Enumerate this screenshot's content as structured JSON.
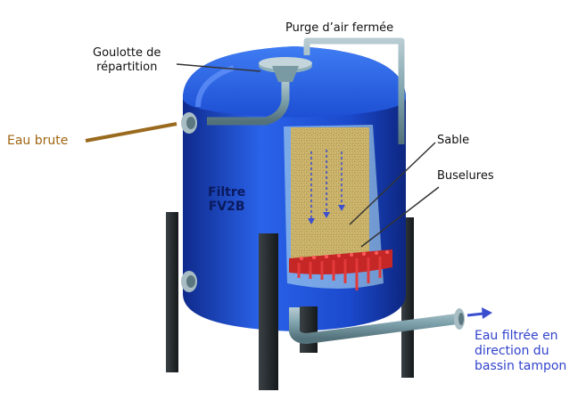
{
  "labels": {
    "air_purge": "Purge d’air fermée",
    "distribution_trough": [
      "Goulotte de",
      "répartition"
    ],
    "raw_water": "Eau brute",
    "sand": "Sable",
    "nozzles": "Buselures",
    "filter_name": [
      "Filtre",
      "FV2B"
    ],
    "filtered_water": [
      "Eau filtrée en",
      "direction du",
      "bassin tampon"
    ]
  },
  "colors": {
    "tank": "#1f4fd6",
    "tank_dark": "#0f2a8c",
    "pipe": "#7fa3ad",
    "sand": "#c9b26a",
    "nozzle": "#d12a2a",
    "legs": "#1e2326",
    "inlet_arrow": "#9a6a1e",
    "outlet_arrow": "#3a4fd0"
  }
}
